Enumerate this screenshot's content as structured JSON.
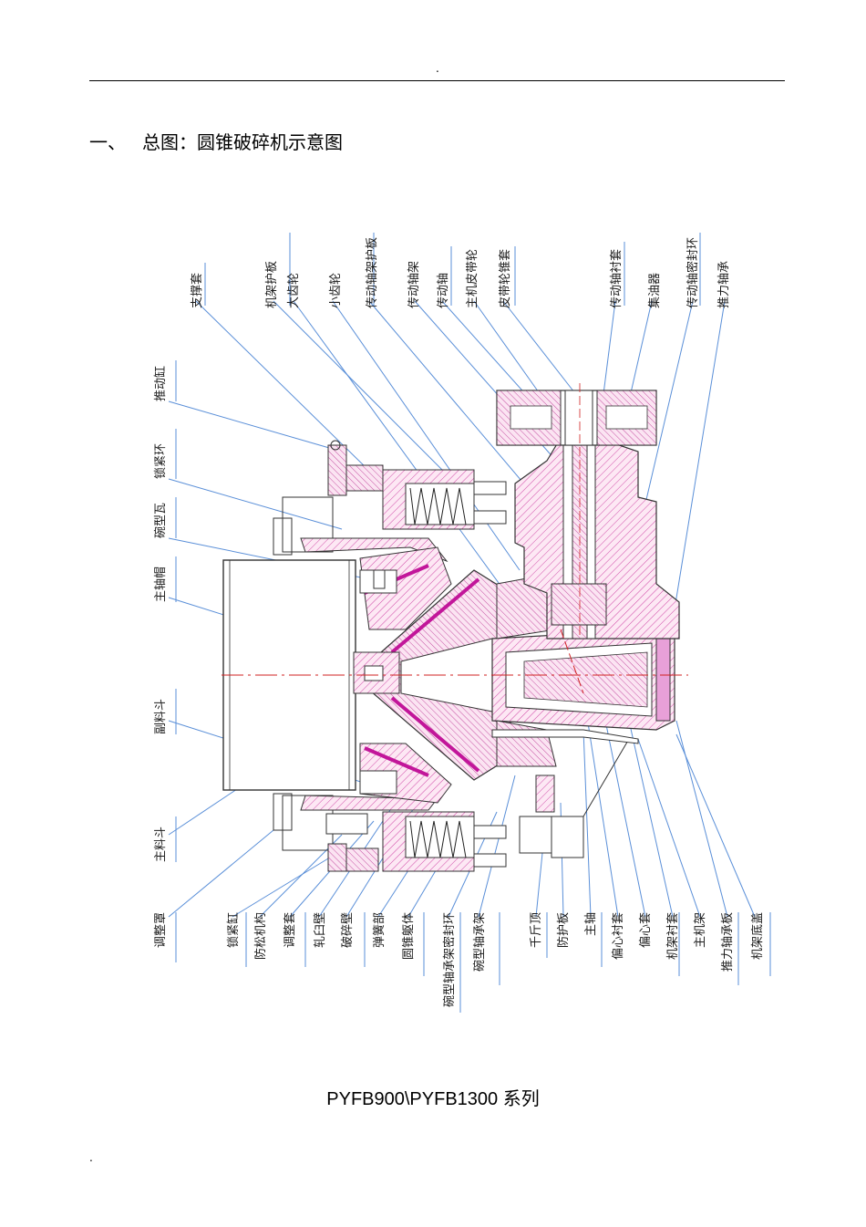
{
  "header": {
    "mark": "."
  },
  "section": {
    "number": "一、",
    "title": "总图：圆锥破碎机示意图"
  },
  "figure": {
    "labels_top": [
      "支撑套",
      "机架护板",
      "大齿轮",
      "小齿轮",
      "传动轴架护板",
      "传动轴架",
      "传动轴",
      "主机皮带轮",
      "皮带轮锥套",
      "传动轴衬套",
      "集油器",
      "传动轴密封环",
      "推力轴承"
    ],
    "labels_left": [
      "推动缸",
      "锁紧环",
      "碗型瓦",
      "主轴帽",
      "副料斗",
      "主料斗"
    ],
    "labels_bottom": [
      "调整罩",
      "锁紧缸",
      "防松机构",
      "调整套",
      "轧臼壁",
      "破碎壁",
      "弹簧部",
      "圆锥躯体",
      "碗型轴承架密封环",
      "碗型轴承架",
      "千斤顶",
      "防护板",
      "主轴",
      "偏心衬套",
      "偏心套",
      "机架衬套",
      "主机架",
      "推力轴承板",
      "机架底盖"
    ]
  },
  "caption": "PYFB900\\PYFB1300   系列",
  "footer": {
    "mark": "."
  }
}
